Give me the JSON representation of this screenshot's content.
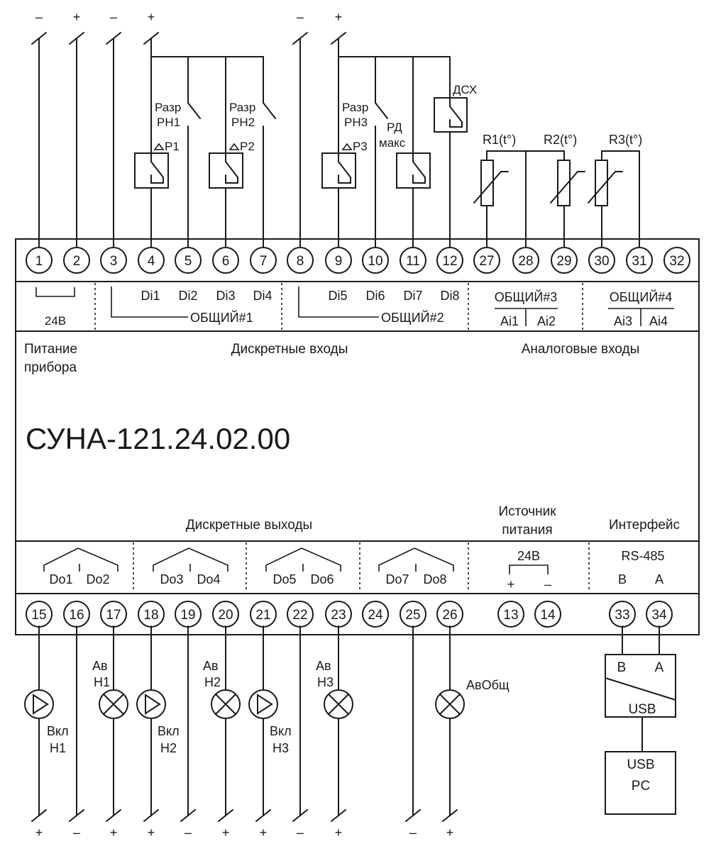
{
  "colors": {
    "line": "#1a1a1a",
    "background": "#ffffff"
  },
  "device": {
    "model": "СУНА-121.24.02.00",
    "top_terminals": [
      "1",
      "2",
      "3",
      "4",
      "5",
      "6",
      "7",
      "8",
      "9",
      "10",
      "11",
      "12",
      "27",
      "28",
      "29",
      "30",
      "31",
      "32"
    ],
    "bottom_terminals": [
      "15",
      "16",
      "17",
      "18",
      "19",
      "20",
      "21",
      "22",
      "23",
      "24",
      "25",
      "26",
      "13",
      "14",
      "33",
      "34"
    ]
  },
  "top_panel": {
    "power_voltage": "24В",
    "di": [
      "Di1",
      "Di2",
      "Di3",
      "Di4",
      "Di5",
      "Di6",
      "Di7",
      "Di8"
    ],
    "common1": "ОБЩИЙ#1",
    "common2": "ОБЩИЙ#2",
    "common3": "ОБЩИЙ#3",
    "common4": "ОБЩИЙ#4",
    "ai": [
      "Ai1",
      "Ai2",
      "Ai3",
      "Ai4"
    ]
  },
  "section_labels": {
    "power_line1": "Питание",
    "power_line2": "прибора",
    "discrete_inputs": "Дискретные входы",
    "analog_inputs": "Аналоговые входы",
    "discrete_outputs": "Дискретные выходы",
    "psu_line1": "Источник",
    "psu_line2": "питания",
    "interface": "Интерфейс"
  },
  "bottom_panel": {
    "do": [
      "Do1",
      "Do2",
      "Do3",
      "Do4",
      "Do5",
      "Do6",
      "Do7",
      "Do8"
    ],
    "psu_voltage": "24В",
    "plus": "+",
    "minus": "–",
    "rs485": "RS-485",
    "b": "B",
    "a": "A"
  },
  "top_wiring": {
    "polarity": [
      "–",
      "+",
      "–",
      "+",
      "–",
      "+"
    ],
    "razr_rn1": [
      "Разр",
      "РН1"
    ],
    "razr_rn2": [
      "Разр",
      "РН2"
    ],
    "razr_rn3": [
      "Разр",
      "РН3"
    ],
    "dp1": "P1",
    "dp2": "P2",
    "dp3": "P3",
    "rd_max": [
      "РД",
      "макс"
    ],
    "dsh": "ДСХ",
    "r1": "R1(t°)",
    "r2": "R2(t°)",
    "r3": "R3(t°)"
  },
  "bottom_wiring": {
    "vkl_n1": [
      "Вкл",
      "Н1"
    ],
    "vkl_n2": [
      "Вкл",
      "Н2"
    ],
    "vkl_n3": [
      "Вкл",
      "Н3"
    ],
    "av_n1": [
      "Ав",
      "Н1"
    ],
    "av_n2": [
      "Ав",
      "Н2"
    ],
    "av_n3": [
      "Ав",
      "Н3"
    ],
    "av_obsh": "АвОбщ",
    "polarity": [
      "+",
      "–",
      "+",
      "+",
      "–",
      "+",
      "+",
      "–",
      "+",
      "–",
      "+"
    ]
  },
  "converter": {
    "b": "B",
    "a": "A",
    "usb": "USB"
  },
  "pc": {
    "line1": "USB",
    "line2": "PC"
  }
}
